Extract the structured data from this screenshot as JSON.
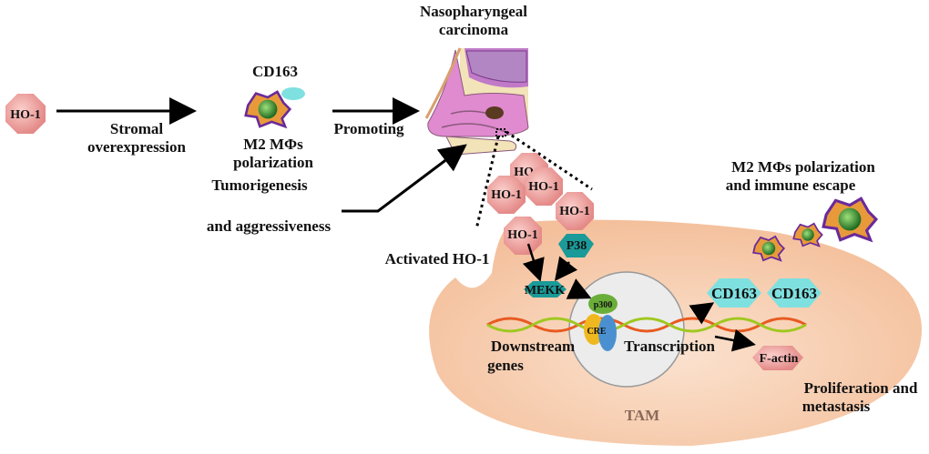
{
  "labels": {
    "ho1_source": "HO-1",
    "stromal_line1": "Stromal",
    "stromal_line2": "overexpression",
    "cd163_top": "CD163",
    "m2_line1": "M2 MΦs",
    "m2_line2": "polarization",
    "promoting": "Promoting",
    "npc_line1": "Nasopharyngeal",
    "npc_line2": "carcinoma",
    "tumor_line1": "Tumorigenesis",
    "tumor_line2": "and aggressiveness",
    "activated": "Activated HO-1",
    "ho1": "HO-1",
    "p38": "P38",
    "mekk": "MEKK",
    "p300": "p300",
    "cre": "CRE",
    "downstream_line1": "Downstream",
    "downstream_line2": "genes",
    "transcription": "Transcription",
    "cd163": "CD163",
    "factin": "F-actin",
    "escape_line1": "M2 MΦs polarization",
    "escape_line2": "and immune escape",
    "prolif_line1": "Proliferation and",
    "prolif_line2": "metastasis",
    "tam": "TAM"
  },
  "colors": {
    "ho1": "#e89a98",
    "teal": "#1a9a98",
    "cyan": "#7fe0e0",
    "cell": "#f7cfae",
    "nucleus": "#ececec",
    "p300": "#6aae3a",
    "cre_yellow": "#f0b820",
    "cre_blue": "#4a90d0",
    "tissue": "#d88ac8"
  }
}
